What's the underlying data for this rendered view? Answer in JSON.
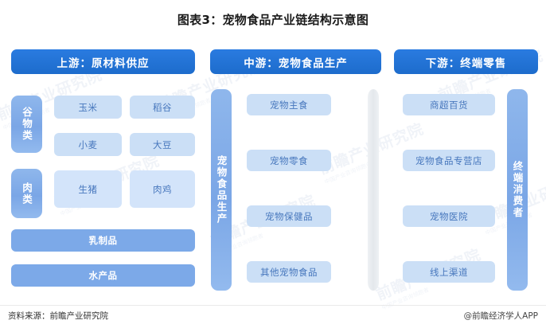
{
  "title": "图表3：宠物食品产业链结构示意图",
  "watermarks": {
    "brand": "前瞻产业研究院",
    "sub": "中国产业咨询领跑者"
  },
  "colors": {
    "header_blue": "#1d6ccc",
    "block_blue": "#7ca9e8",
    "chip_blue": "#cbdff6",
    "chip_text": "#4777bd",
    "divider_gray": "#e4e8ec"
  },
  "sections": {
    "upstream": {
      "header": "上游：原材料供应",
      "categories": [
        {
          "label": "谷物类",
          "items": [
            "玉米",
            "稻谷",
            "小麦",
            "大豆"
          ]
        },
        {
          "label": "肉类",
          "items": [
            "生猪",
            "肉鸡"
          ]
        }
      ],
      "full_width_items": [
        "乳制品",
        "水产品"
      ]
    },
    "midstream": {
      "header": "中游：宠物食品生产",
      "vertical_label": "宠物食品生产",
      "items": [
        "宠物主食",
        "宠物零食",
        "宠物保健品",
        "其他宠物食品"
      ]
    },
    "downstream": {
      "header": "下游：终端零售",
      "items": [
        "商超百货",
        "宠物食品专营店",
        "宠物医院",
        "线上渠道"
      ],
      "vertical_label": "终端消费者"
    }
  },
  "footer": {
    "source": "资料来源：前瞻产业研究院",
    "app": "@前瞻经济学人APP"
  }
}
